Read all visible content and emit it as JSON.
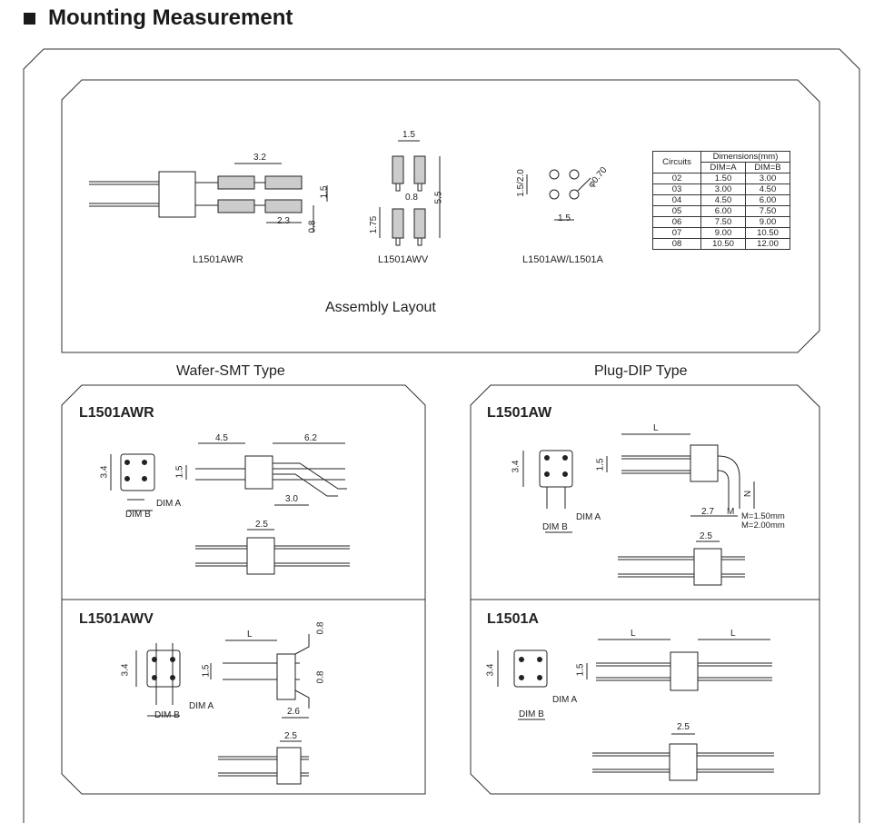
{
  "heading": "Mounting Measurement",
  "assembly": {
    "caption": "Assembly Layout",
    "parts": [
      "L1501AWR",
      "L1501AWV",
      "L1501AW/L1501A"
    ],
    "dims_awr": [
      "3.2",
      "1.5",
      "2.3",
      "0.8"
    ],
    "dims_awv": [
      "1.5",
      "0.8",
      "5.5",
      "1.75"
    ],
    "dims_aw": [
      "1.5/2.0",
      "φ0.70",
      "1.5"
    ]
  },
  "dim_table": {
    "col_circuits": "Circuits",
    "col_dimensions": "Dimensions(mm)",
    "col_a": "DIM=A",
    "col_b": "DIM=B",
    "rows": [
      [
        "02",
        "1.50",
        "3.00"
      ],
      [
        "03",
        "3.00",
        "4.50"
      ],
      [
        "04",
        "4.50",
        "6.00"
      ],
      [
        "05",
        "6.00",
        "7.50"
      ],
      [
        "06",
        "7.50",
        "9.00"
      ],
      [
        "07",
        "9.00",
        "10.50"
      ],
      [
        "08",
        "10.50",
        "12.00"
      ]
    ]
  },
  "types": {
    "wafer": "Wafer-SMT Type",
    "plug": "Plug-DIP Type"
  },
  "panels": {
    "awr": {
      "title": "L1501AWR",
      "dims": [
        "4.5",
        "6.2",
        "3.4",
        "1.5",
        "3.0",
        "2.5"
      ],
      "dim_a": "DIM A",
      "dim_b": "DIM B"
    },
    "awv": {
      "title": "L1501AWV",
      "dims": [
        "L",
        "0.8",
        "3.4",
        "1.5",
        "0.8",
        "2.6",
        "2.5"
      ],
      "dim_a": "DIM A",
      "dim_b": "DIM B"
    },
    "aw": {
      "title": "L1501AW",
      "dims": [
        "L",
        "3.4",
        "1.5",
        "N",
        "2.7",
        "M",
        "2.5"
      ],
      "dim_a": "DIM A",
      "dim_b": "DIM B",
      "m1": "M=1.50mm",
      "m2": "M=2.00mm"
    },
    "a": {
      "title": "L1501A",
      "dims": [
        "L",
        "L",
        "3.4",
        "1.5",
        "2.5"
      ],
      "dim_a": "DIM A",
      "dim_b": "DIM B"
    }
  }
}
